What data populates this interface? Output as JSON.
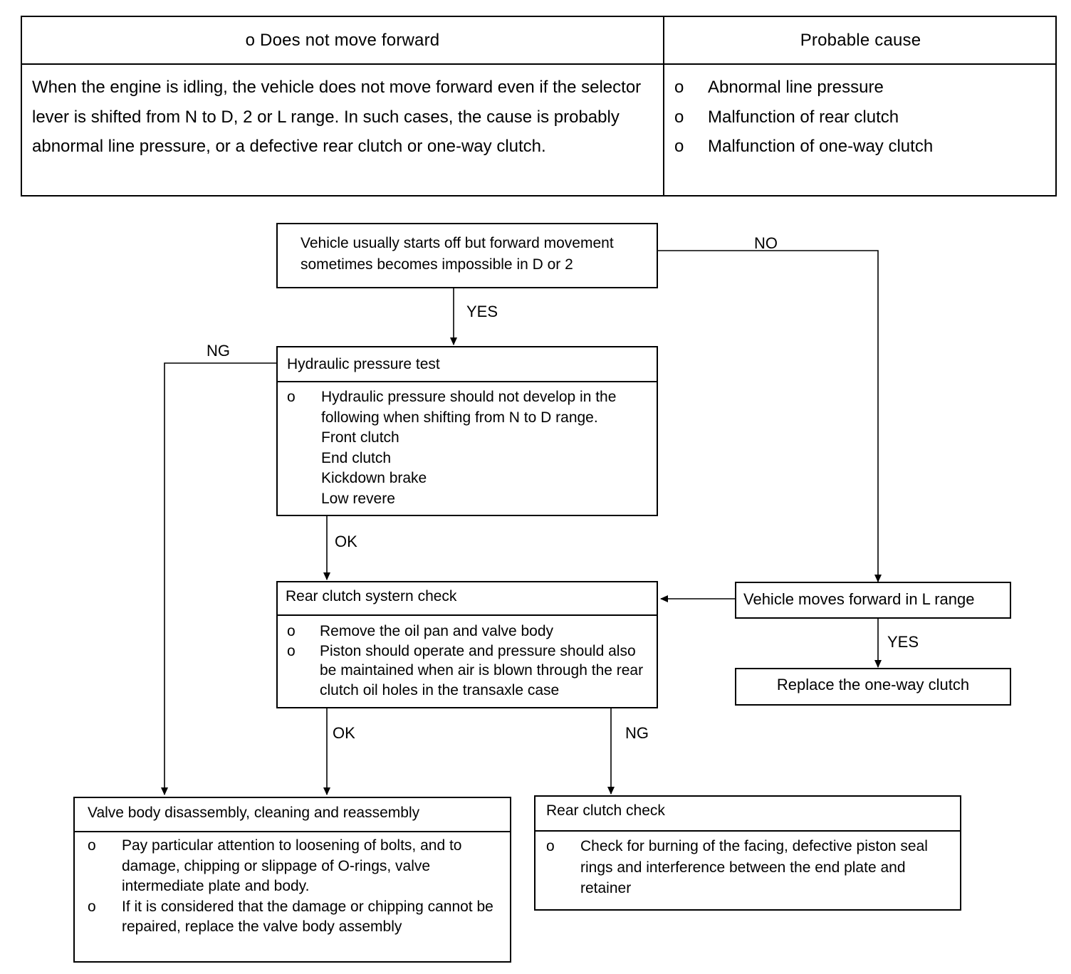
{
  "header": {
    "symptom_title": "o Does not move forward",
    "cause_title": "Probable cause",
    "description": "When the engine is idling, the vehicle does not move forward even if the selector lever is shifted from N to D, 2 or L range. In such cases, the cause is probably abnormal line pressure, or a defective rear clutch or one-way clutch.",
    "bullet": "o",
    "causes": [
      "Abnormal line pressure",
      "Malfunction of rear clutch",
      "Malfunction of one-way clutch"
    ]
  },
  "flow": {
    "start": {
      "text": "Vehicle usually starts off but forward movement sometimes becomes impossible in D or 2"
    },
    "hydraulic": {
      "title": "Hydraulic pressure test",
      "item": "Hydraulic pressure should not develop in the following when shifting from N to D range.",
      "sub_items": [
        "Front clutch",
        "End clutch",
        "Kickdown brake",
        "Low revere"
      ]
    },
    "rear_clutch_system": {
      "title": "Rear clutch systern check",
      "items": [
        "Remove the oil pan and valve body",
        "Piston should operate and pressure should also be maintained when air is blown through the rear clutch oil holes in the transaxle case"
      ]
    },
    "l_range": {
      "text": "Vehicle moves forward in L range"
    },
    "one_way": {
      "text": "Replace the one-way clutch"
    },
    "valve_body": {
      "title": "Valve body disassembly, cleaning and reassembly",
      "items": [
        "Pay particular attention to loosening of bolts, and to damage, chipping or slippage of O-rings, valve intermediate plate and body.",
        "If it is considered that the damage or chipping cannot be repaired, replace the valve body assembly"
      ]
    },
    "rear_clutch_check": {
      "title": "Rear clutch check",
      "items": [
        "Check for burning of the facing, defective piston seal rings and interference between the end plate and retainer"
      ]
    },
    "labels": {
      "no": "NO",
      "yes": "YES",
      "ng": "NG",
      "ok": "OK"
    }
  }
}
